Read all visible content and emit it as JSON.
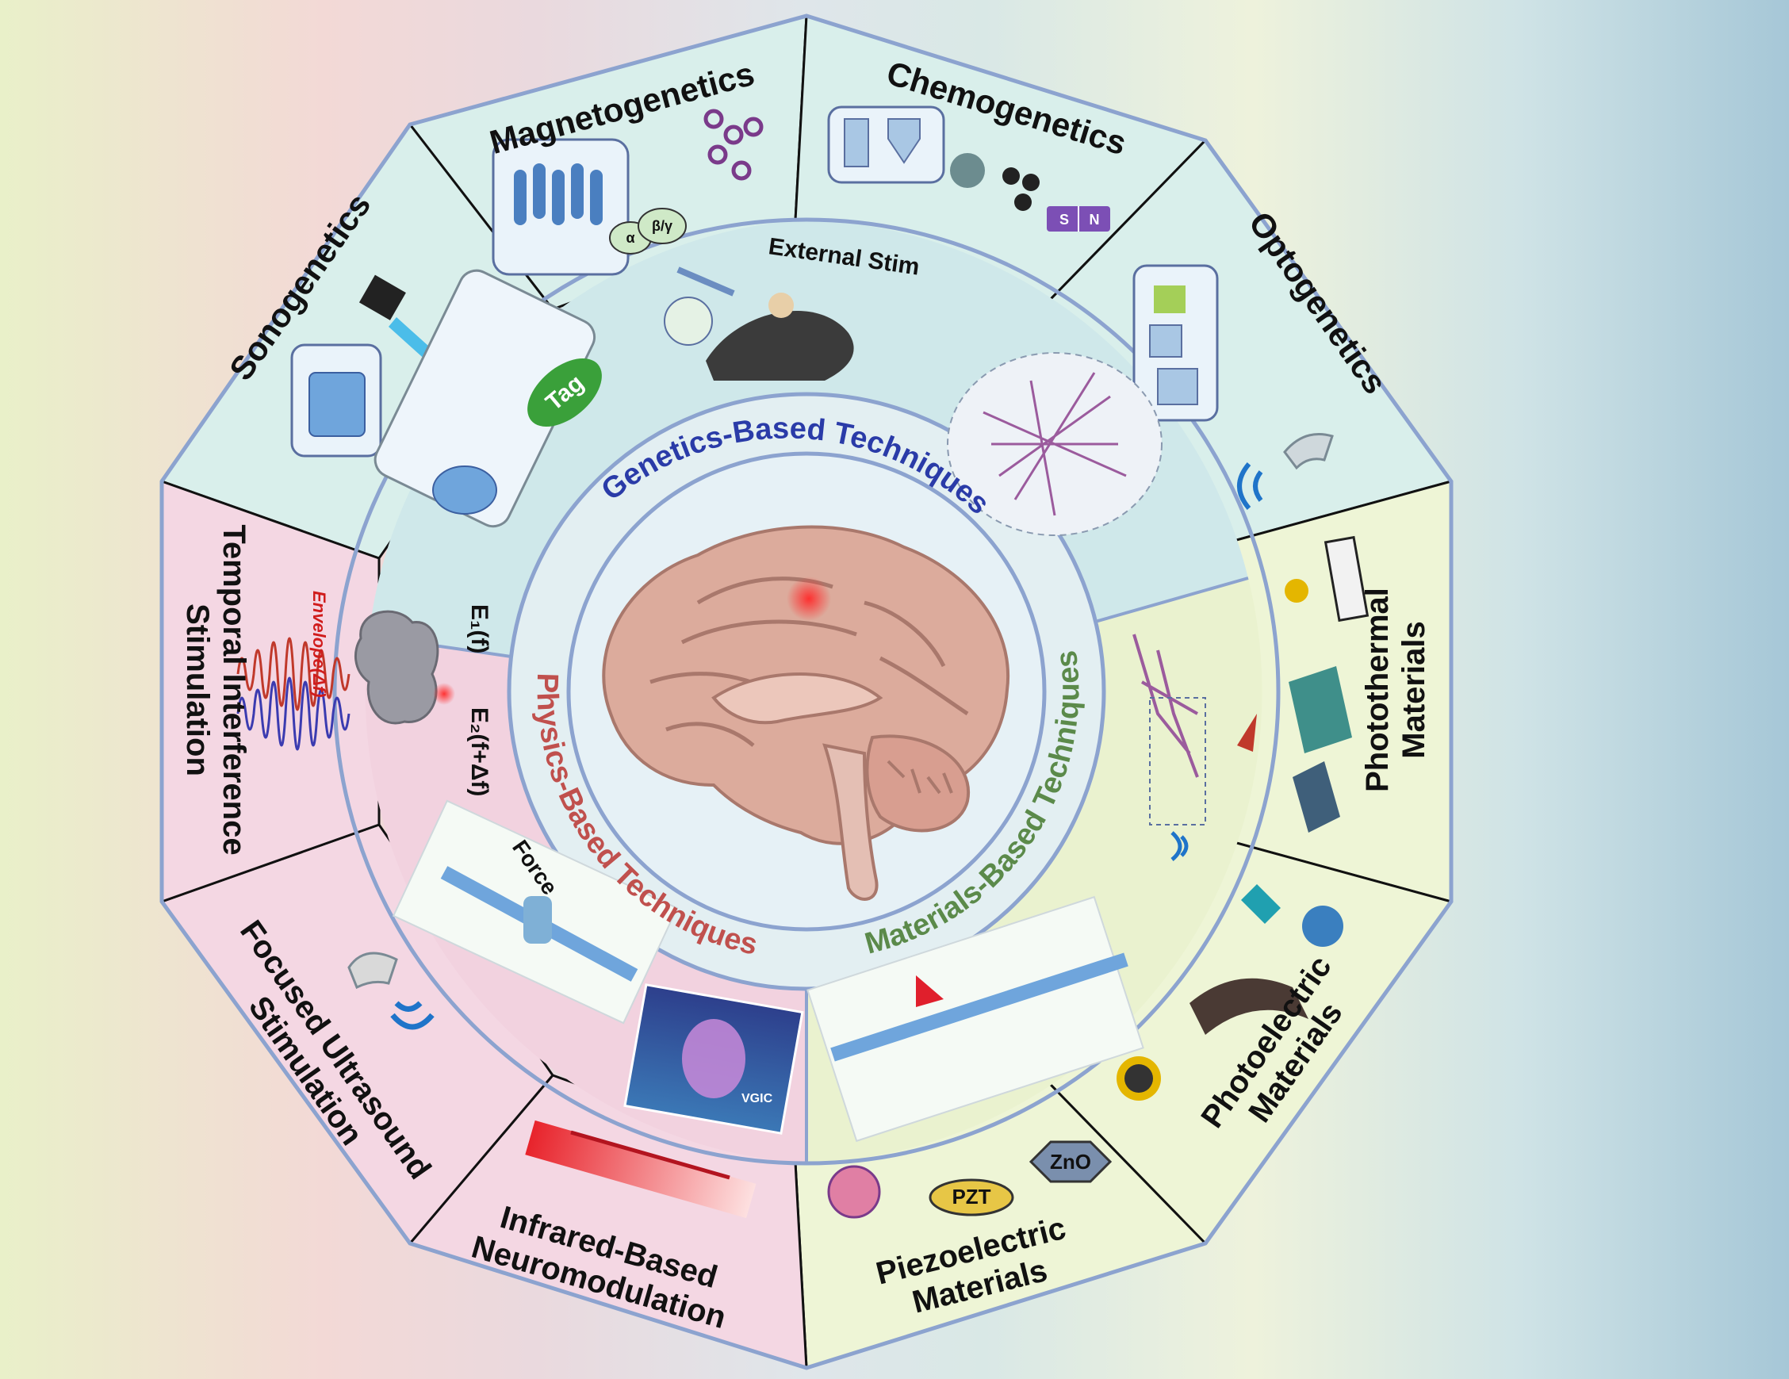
{
  "colors": {
    "genetics": "#d9efeb",
    "physics": "#f4d7e3",
    "materials": "#eef5d6",
    "ring_border": "#8ca3cf",
    "genetics_text": "#2a3ba8",
    "physics_text": "#c0504d",
    "materials_text": "#5b8a4a"
  },
  "center": {
    "genetics_label": "Genetics-Based Techniques",
    "physics_label": "Physics-Based  Techniques",
    "materials_label": "Materials-Based Techniques"
  },
  "outer_segments": {
    "magnetogenetics": "Magnetogenetics",
    "chemogenetics": "Chemogenetics",
    "optogenetics": "Optogenetics",
    "sonogenetics": "Sonogenetics",
    "photothermal": [
      "Photothermal",
      "Materials"
    ],
    "photoelectric": [
      "Photoelectric",
      "Materials"
    ],
    "piezoelectric": [
      "Piezoelectric",
      "Materials"
    ],
    "infrared": [
      "Infrared-Based",
      "Neuromodulation"
    ],
    "focused_us": [
      "Focused Ultrasound",
      "Stimulation"
    ],
    "temporal": [
      "Temporal Interference",
      "Stimulation"
    ]
  },
  "annotations": {
    "alpha": "α",
    "beta_gamma": "β/γ",
    "magnet_s": "S",
    "magnet_n": "N",
    "tag": "Tag",
    "external_stim": "External Stim",
    "envelope": "Envelope(Δf)",
    "e1": "E₁(f)",
    "e2": "E₂(f+Δf)",
    "force": "Force",
    "vgic": "VGIC",
    "pzt": "PZT",
    "zno": "ZnO"
  }
}
